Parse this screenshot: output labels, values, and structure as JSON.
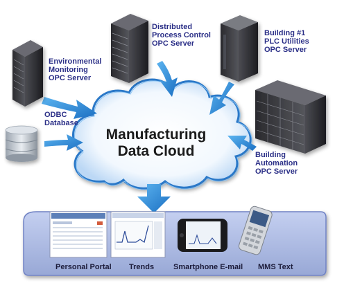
{
  "cloud": {
    "line1": "Manufacturing",
    "line2": "Data Cloud"
  },
  "sources": [
    {
      "id": "env",
      "lines": [
        "Environmental",
        "Monitoring",
        "OPC Server"
      ]
    },
    {
      "id": "dpc",
      "lines": [
        "Distributed",
        "Process Control",
        "OPC Server"
      ]
    },
    {
      "id": "bldg1",
      "lines": [
        "Building #1",
        "PLC Utilities",
        "OPC Server"
      ]
    },
    {
      "id": "odbc",
      "lines": [
        "ODBC",
        "Database"
      ]
    },
    {
      "id": "bao",
      "lines": [
        "Building",
        "Automation",
        "OPC Server"
      ]
    }
  ],
  "outputs": [
    {
      "id": "portal",
      "label": "Personal Portal"
    },
    {
      "id": "trends",
      "label": "Trends"
    },
    {
      "id": "smartphone",
      "label": "Smartphone E-mail"
    },
    {
      "id": "mms",
      "label": "MMS Text"
    }
  ],
  "colors": {
    "label_text": "#2b2f87",
    "arrow": "#2f8fd6",
    "cloud_fill": "#ffffff",
    "cloud_edge": "#2a78c8",
    "panel": "#a9b8e0",
    "server": "#3a3a3e"
  }
}
